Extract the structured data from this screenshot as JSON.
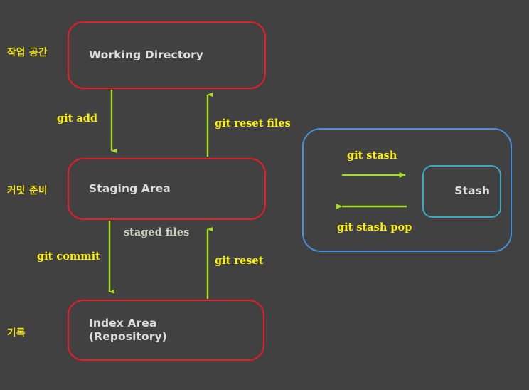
{
  "diagram": {
    "title": "Git Areas and Stash Flow Diagram",
    "background_color": "#414141",
    "colors": {
      "box_red": "#EC1C24",
      "box_blue_outer": "#4A90D9",
      "box_blue_inner": "#3AA8C4",
      "arrow_green": "#A6E022",
      "command_yellow": "#FFF200",
      "korean_yellow": "#F2E519",
      "node_text": "#DCDCDC",
      "flow_text": "#C6D2BE"
    }
  },
  "side_labels": [
    {
      "name": "working-space",
      "text": "작업 공간"
    },
    {
      "name": "commit-ready",
      "text": "커밋 준비"
    },
    {
      "name": "record",
      "text": "기록"
    }
  ],
  "nodes": [
    {
      "name": "working-directory",
      "label": "Working Directory"
    },
    {
      "name": "staging-area",
      "label": "Staging Area"
    },
    {
      "name": "index-area",
      "label": "Index Area\n(Repository)"
    },
    {
      "name": "stash",
      "label": "Stash"
    }
  ],
  "arrows": [
    {
      "name": "git-add-arrow",
      "label": "git add",
      "from": "working-directory",
      "to": "staging-area",
      "direction": "down"
    },
    {
      "name": "git-reset-files-arrow",
      "label": "git reset files",
      "from": "staging-area",
      "to": "working-directory",
      "direction": "up"
    },
    {
      "name": "git-commit-arrow",
      "label": "git commit",
      "from": "staging-area",
      "to": "index-area",
      "direction": "down"
    },
    {
      "name": "git-reset-arrow",
      "label": "git reset",
      "from": "index-area",
      "to": "staging-area",
      "direction": "up"
    },
    {
      "name": "git-stash-arrow",
      "label": "git stash",
      "from": "working-area",
      "to": "stash",
      "direction": "right"
    },
    {
      "name": "git-stash-pop-arrow",
      "label": "git stash pop",
      "from": "stash",
      "to": "working-area",
      "direction": "left"
    }
  ],
  "flow_labels": [
    {
      "name": "staged-files-label",
      "text": "staged files"
    }
  ]
}
